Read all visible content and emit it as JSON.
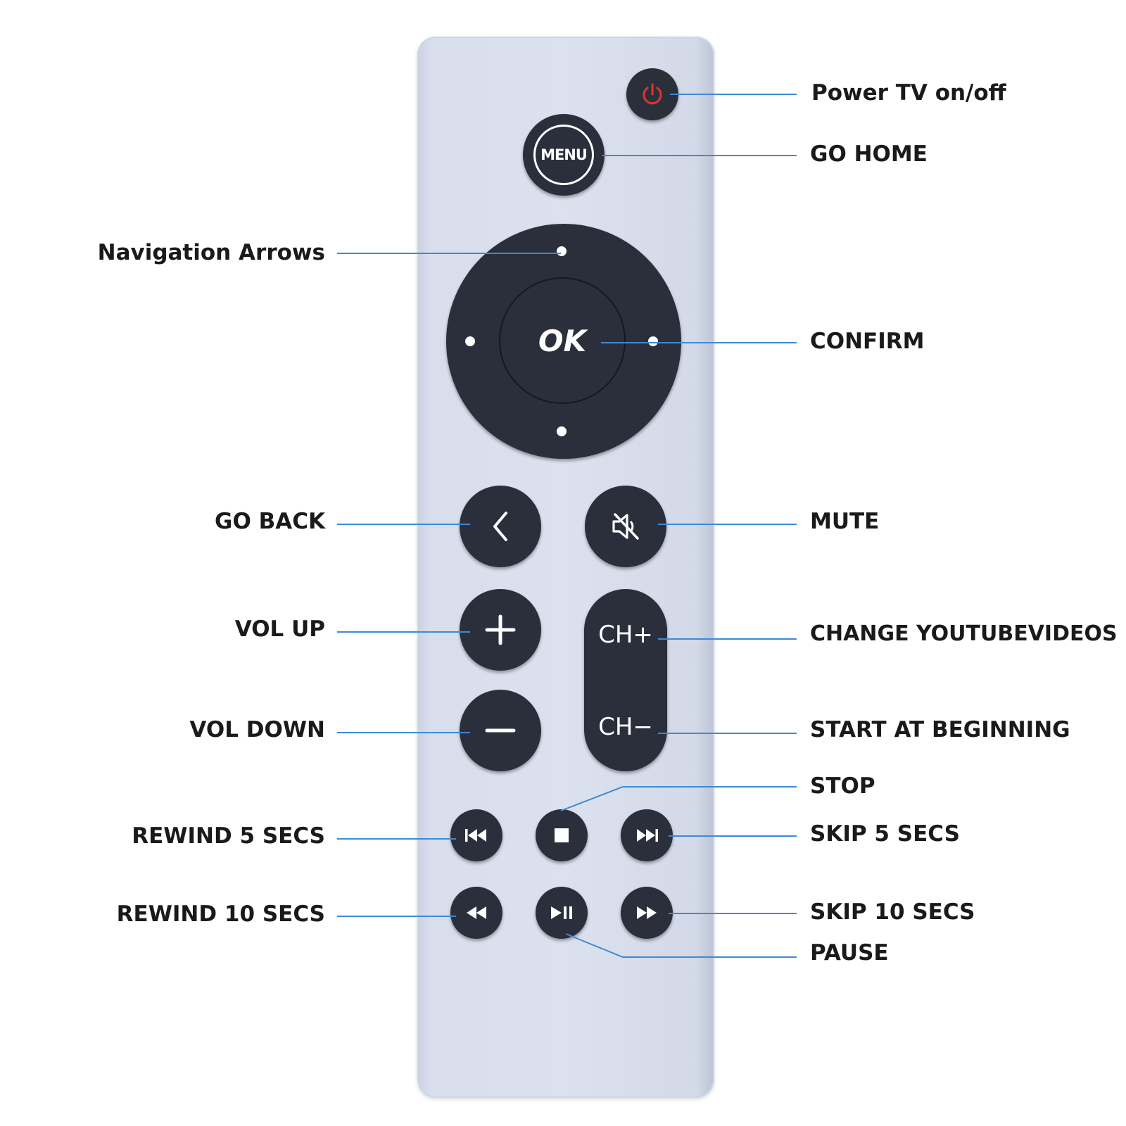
{
  "colors": {
    "remote": "#d8deec",
    "button": "#2a2f3b",
    "leader_line": "#3d8ad6",
    "power_icon": "#d8352a",
    "text": "#1a1a1a"
  },
  "remote": {
    "menu_label": "MENU",
    "ok_label": "OK",
    "ch_up_label": "CH+",
    "ch_down_label": "CH−"
  },
  "icons": {
    "power": "power-icon",
    "back": "chevron-left-icon",
    "mute": "mute-icon",
    "vol_up": "plus-icon",
    "vol_down": "minus-icon",
    "rewind_5": "skip-back-icon",
    "stop": "stop-icon",
    "skip_5": "skip-forward-icon",
    "rewind_10": "rewind-icon",
    "play_pause": "play-pause-icon",
    "skip_10": "fast-forward-icon"
  },
  "callouts": {
    "power": "Power TV on/off",
    "home": "GO HOME",
    "navigation": "Navigation Arrows",
    "confirm": "CONFIRM",
    "back": "GO BACK",
    "mute": "MUTE",
    "vol_up": "VOL UP",
    "change_videos": "CHANGE YOUTUBEVIDEOS",
    "vol_down": "VOL DOWN",
    "start_beginning": "START AT BEGINNING",
    "stop": "STOP",
    "rewind_5": "REWIND 5 SECS",
    "skip_5": "SKIP 5 SECS",
    "rewind_10": "REWIND 10 SECS",
    "skip_10": "SKIP 10 SECS",
    "pause": "PAUSE"
  }
}
